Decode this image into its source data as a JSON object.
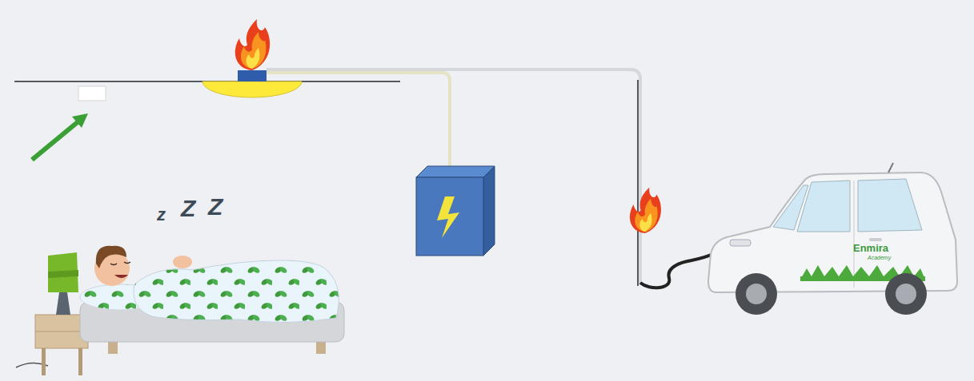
{
  "diagram": {
    "labels": [
      "z",
      "Z",
      "Z",
      "Enmira",
      "Academy"
    ]
  }
}
